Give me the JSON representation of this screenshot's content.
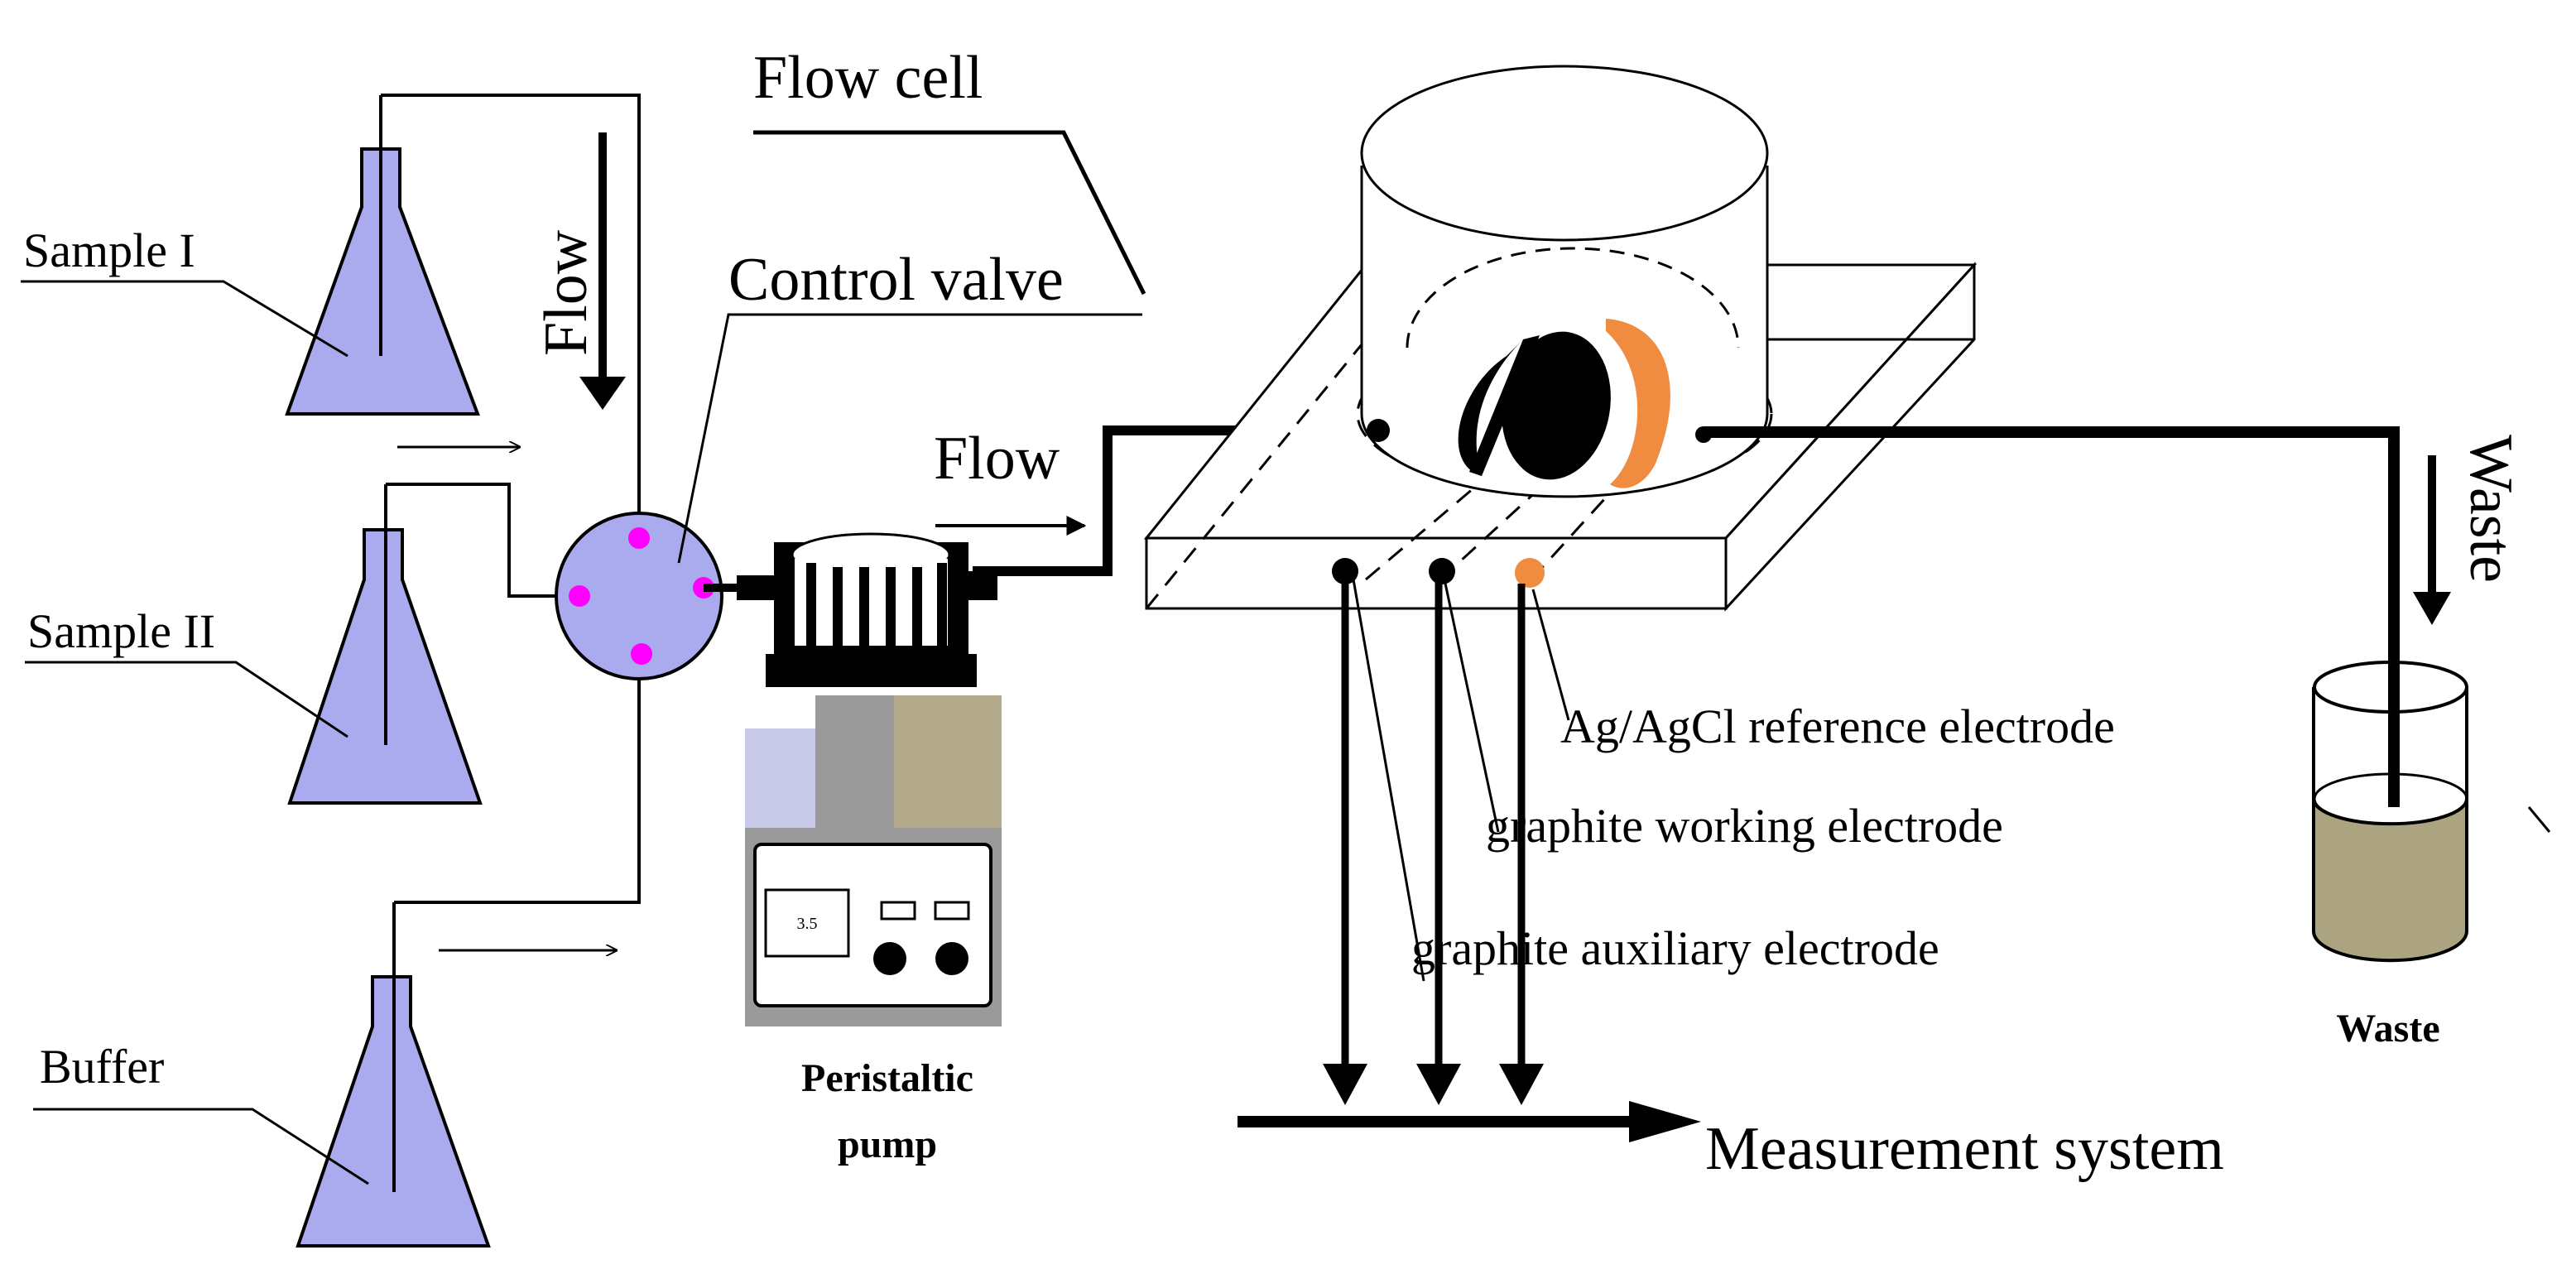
{
  "labels": {
    "flow_cell": "Flow cell",
    "control_valve": "Control valve",
    "flow_vertical": "Flow",
    "flow_horizontal": "Flow",
    "sample_1": "Sample I",
    "sample_2": "Sample II",
    "buffer": "Buffer",
    "peristaltic_pump_line1": "Peristaltic",
    "peristaltic_pump_line2": "pump",
    "pump_display": "3.5",
    "reference_electrode": "Ag/AgCl reference electrode",
    "working_electrode": "graphite working electrode",
    "auxiliary_electrode": "graphite auxiliary electrode",
    "measurement_system": "Measurement system",
    "waste_vertical": "Waste",
    "waste_container": "Waste"
  },
  "colors": {
    "flask": "#aaaaee",
    "valve": "#aaaaee",
    "valve_port": "#ff00ff",
    "reference_electrode": "#f08c40",
    "waste_liquid": "#aca480",
    "pump_base_light": "#c8c8e8",
    "pump_base_tan": "#b4aa8c",
    "pump_base_gray": "#9a9a9a"
  }
}
